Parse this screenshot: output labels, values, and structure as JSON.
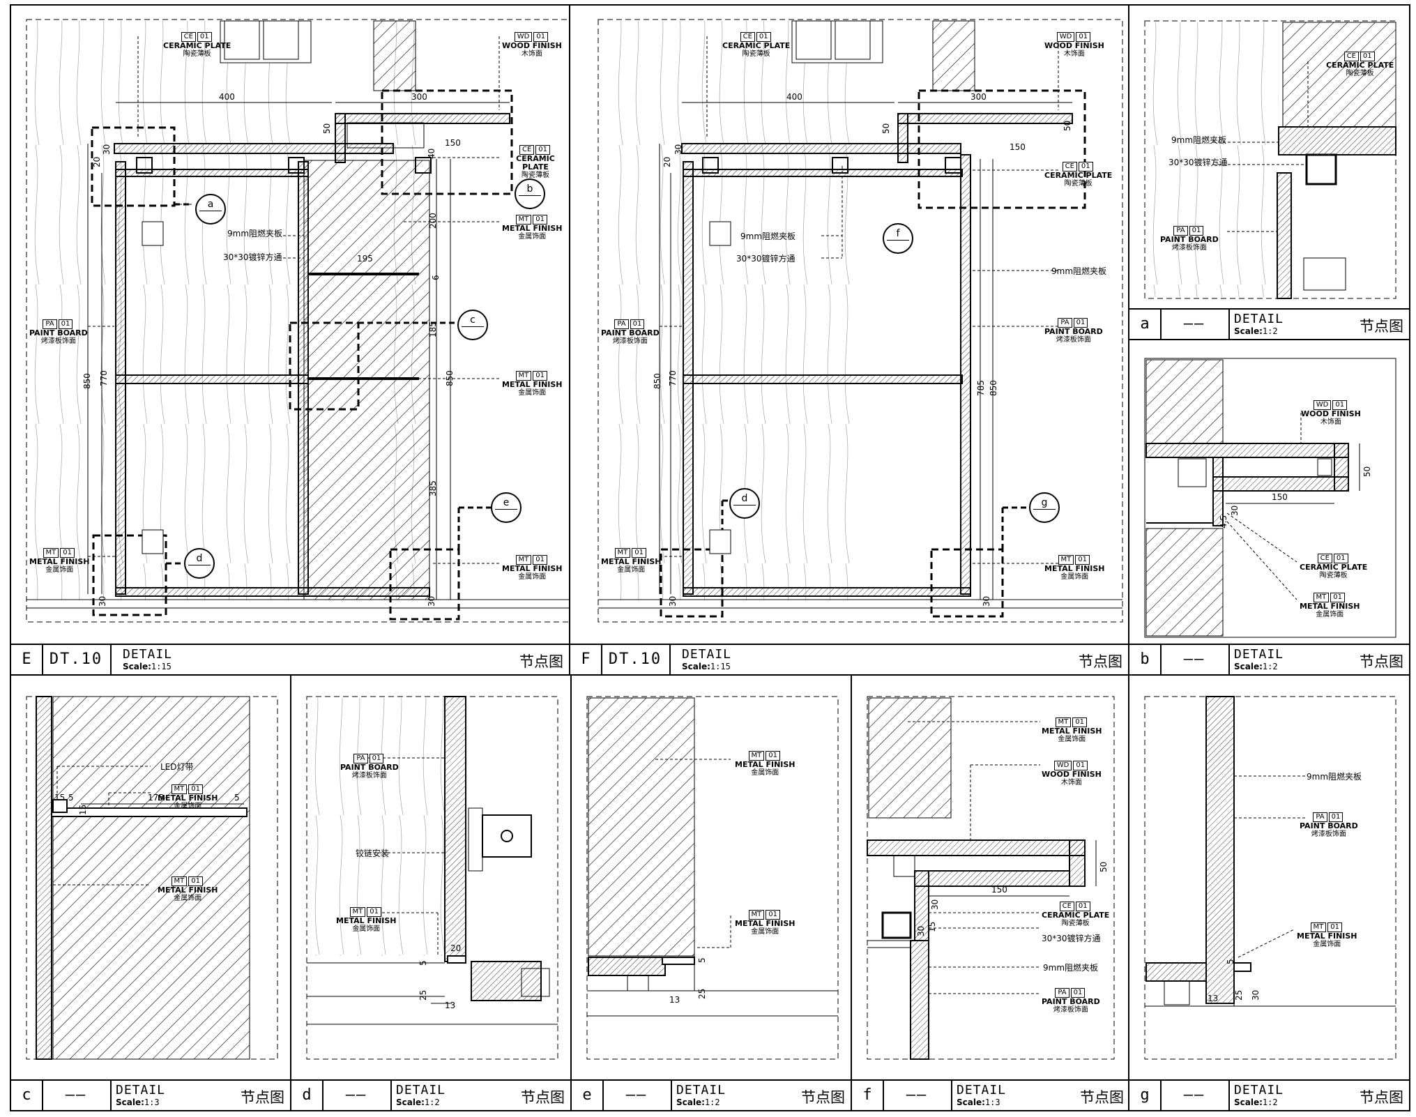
{
  "materials": {
    "ce": {
      "code": "CE",
      "no": "01",
      "en": "CERAMIC PLATE",
      "zh": "陶瓷薄板"
    },
    "wd": {
      "code": "WD",
      "no": "01",
      "en": "WOOD FINISH",
      "zh": "木饰面"
    },
    "mt": {
      "code": "MT",
      "no": "01",
      "en": "METAL FINISH",
      "zh": "金属饰面"
    },
    "pa": {
      "code": "PA",
      "no": "01",
      "en": "PAINT BOARD",
      "zh": "烤漆板饰面"
    }
  },
  "notes": {
    "plywood_9mm": "9mm阻燃夹板",
    "tube_30x30": "30*30镀锌方通",
    "led": "LED灯带",
    "hinge": "铰链安装"
  },
  "panels": {
    "E": {
      "letter": "E",
      "code": "DT.10",
      "title": "DETAIL",
      "scale_label": "Scale:",
      "scale": "1:15",
      "cn": "节点图"
    },
    "F": {
      "letter": "F",
      "code": "DT.10",
      "title": "DETAIL",
      "scale_label": "Scale:",
      "scale": "1:15",
      "cn": "节点图"
    },
    "a": {
      "letter": "a",
      "code": "——",
      "title": "DETAIL",
      "scale_label": "Scale:",
      "scale": "1:2",
      "cn": "节点图"
    },
    "b": {
      "letter": "b",
      "code": "——",
      "title": "DETAIL",
      "scale_label": "Scale:",
      "scale": "1:2",
      "cn": "节点图"
    },
    "c": {
      "letter": "c",
      "code": "——",
      "title": "DETAIL",
      "scale_label": "Scale:",
      "scale": "1:3",
      "cn": "节点图"
    },
    "d": {
      "letter": "d",
      "code": "——",
      "title": "DETAIL",
      "scale_label": "Scale:",
      "scale": "1:2",
      "cn": "节点图"
    },
    "e": {
      "letter": "e",
      "code": "——",
      "title": "DETAIL",
      "scale_label": "Scale:",
      "scale": "1:2",
      "cn": "节点图"
    },
    "f": {
      "letter": "f",
      "code": "——",
      "title": "DETAIL",
      "scale_label": "Scale:",
      "scale": "1:3",
      "cn": "节点图"
    },
    "g": {
      "letter": "g",
      "code": "——",
      "title": "DETAIL",
      "scale_label": "Scale:",
      "scale": "1:2",
      "cn": "节点图"
    }
  },
  "dims": {
    "E": [
      "400",
      "300",
      "50",
      "40",
      "150",
      "20",
      "30",
      "200",
      "195",
      "6",
      "185",
      "850",
      "770",
      "385",
      "30",
      "30"
    ],
    "F": [
      "400",
      "300",
      "50",
      "50",
      "150",
      "20",
      "30",
      "785",
      "850",
      "850",
      "770",
      "30",
      "30"
    ],
    "b": [
      "50",
      "150",
      "30",
      "4.5"
    ],
    "c": [
      "15",
      "5",
      "175",
      "5",
      "15"
    ],
    "d": [
      "20",
      "5",
      "25",
      "13"
    ],
    "e": [
      "5",
      "13",
      "25"
    ],
    "f": [
      "50",
      "150",
      "30",
      "30",
      "15"
    ],
    "g": [
      "5",
      "13",
      "25",
      "30"
    ]
  },
  "bubbles": {
    "E": [
      "a",
      "b",
      "c",
      "d",
      "e"
    ],
    "F": [
      "f",
      "d",
      "g"
    ]
  }
}
